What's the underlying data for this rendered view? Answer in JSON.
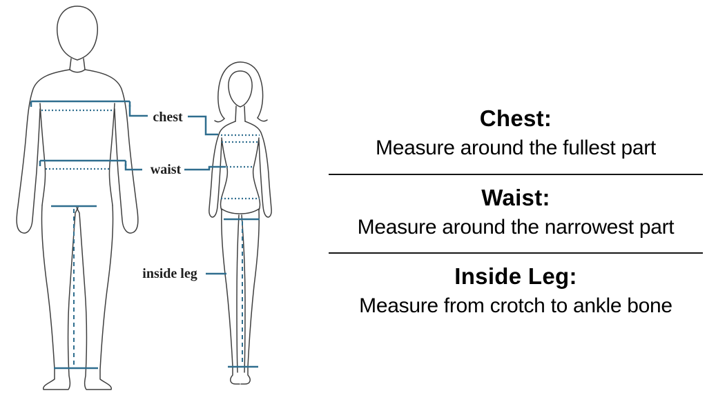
{
  "colors": {
    "accent": "#2e6d8e",
    "ink": "#3f3f3f",
    "text": "#000000"
  },
  "figure_labels": {
    "chest": "chest",
    "waist": "waist",
    "inside_leg": "inside leg"
  },
  "instructions": [
    {
      "title": "Chest:",
      "description": "Measure around the fullest part"
    },
    {
      "title": "Waist:",
      "description": "Measure around the narrowest part"
    },
    {
      "title": "Inside Leg:",
      "description": "Measure from crotch to ankle bone"
    }
  ]
}
